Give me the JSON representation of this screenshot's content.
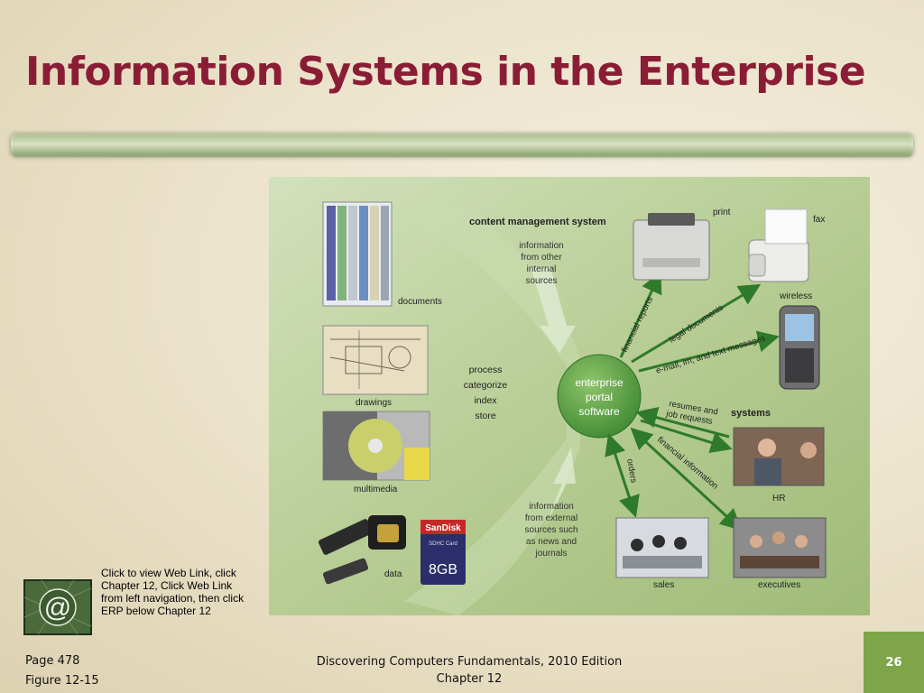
{
  "slide": {
    "title": "Information Systems in the Enterprise",
    "page_number": "26"
  },
  "diagram": {
    "heading": "content management system",
    "center": [
      "enterprise",
      "portal",
      "software"
    ],
    "inputs": {
      "documents": "documents",
      "drawings": "drawings",
      "multimedia": "multimedia",
      "data": "data"
    },
    "process_steps": [
      "process",
      "categorize",
      "index",
      "store"
    ],
    "internal_sources": [
      "information",
      "from other",
      "internal",
      "sources"
    ],
    "external_sources": [
      "information",
      "from external",
      "sources such",
      "as news and",
      "journals"
    ],
    "outputs": {
      "print": "print",
      "fax": "fax",
      "wireless": "wireless",
      "systems": "systems",
      "hr": "HR",
      "sales": "sales",
      "executives": "executives"
    },
    "flows": {
      "financial_reports": "financial reports",
      "legal_documents": "legal documents",
      "messages": "e-mail, im, and text messages",
      "resumes": [
        "resumes and",
        "job requests"
      ],
      "financial_information": "financial information",
      "orders": "orders"
    },
    "sd_card": {
      "brand": "SanDisk",
      "capacity": "8GB",
      "label": "SDHC Card"
    }
  },
  "weblink": {
    "icon": "at-sign-icon",
    "text": "Click to view Web Link, click Chapter 12, Click Web Link from left navigation, then click ERP below Chapter 12"
  },
  "footer": {
    "page_ref": "Page 478",
    "figure_ref": "Figure 12-15",
    "book": "Discovering Computers Fundamentals, 2010 Edition",
    "chapter": "Chapter 12"
  }
}
